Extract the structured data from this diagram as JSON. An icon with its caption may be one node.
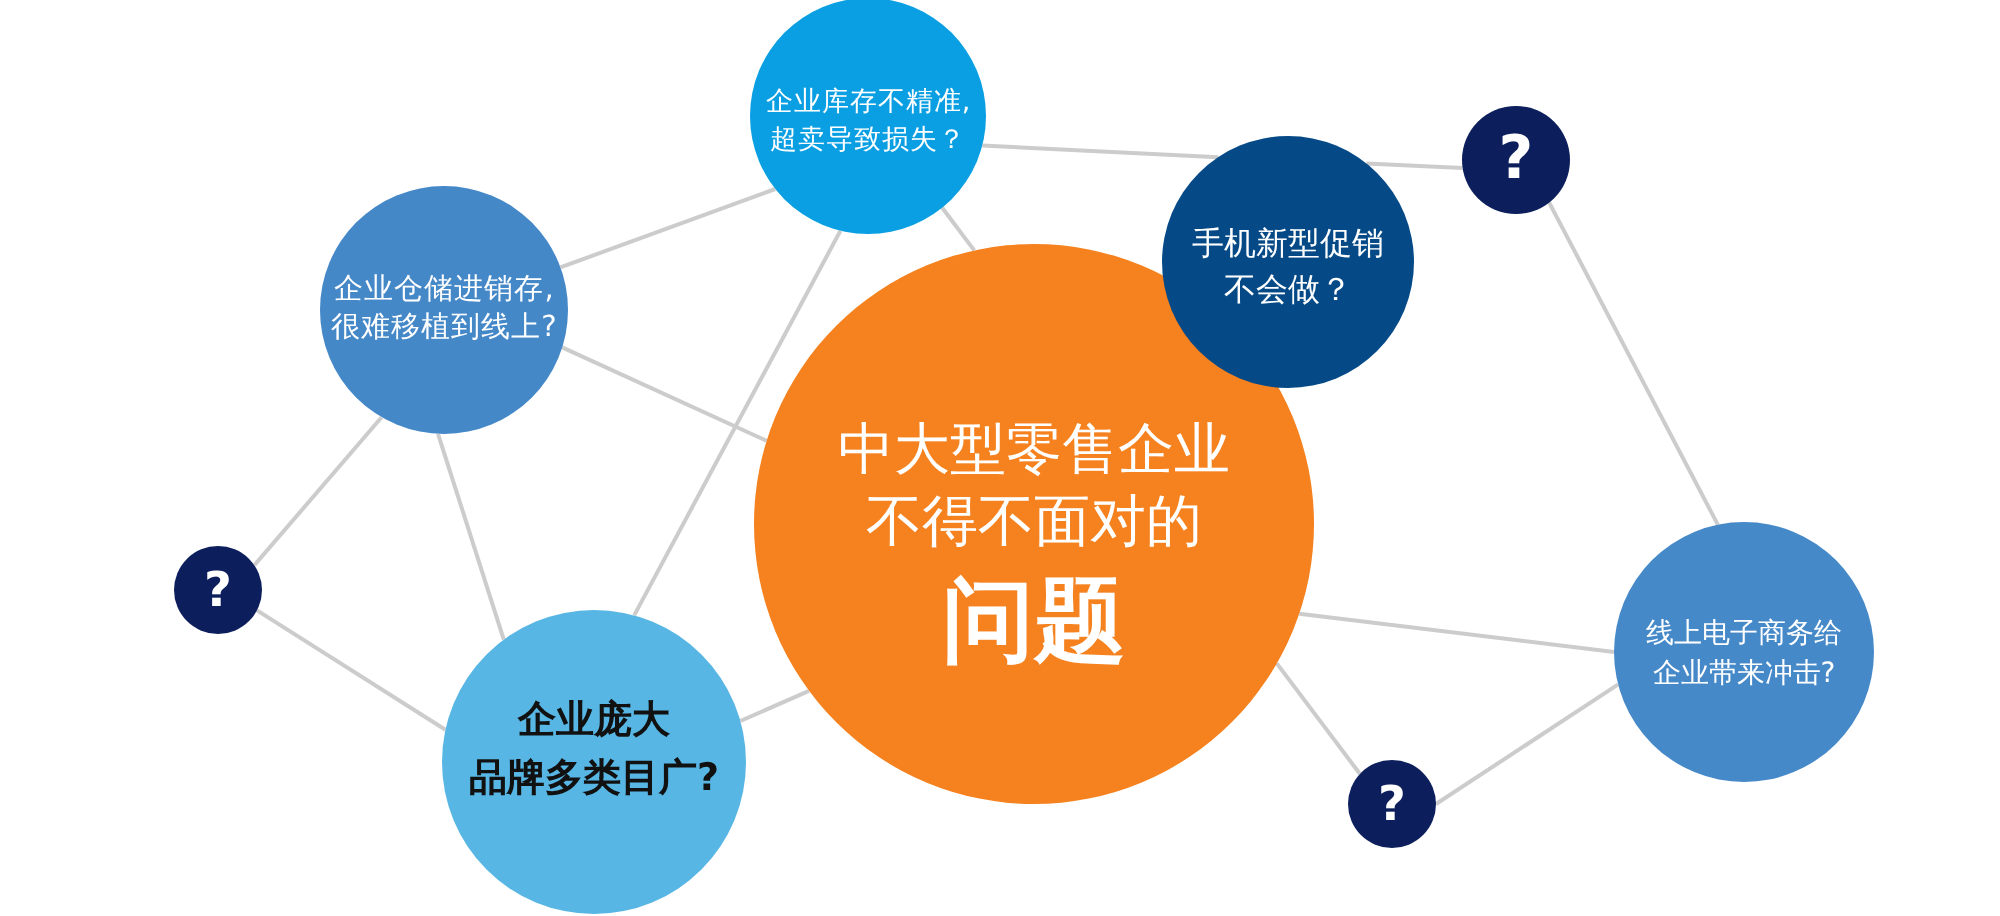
{
  "diagram": {
    "nodes": [
      {
        "text": [
          "企业库存不精准,超卖导致损失？"
        ]
      },
      {
        "text": [
          "?"
        ]
      },
      {
        "text": [
          "手机新型促销不会做？"
        ]
      },
      {
        "text": [
          "企业仓储进销存,很难移植到线上?"
        ]
      },
      {
        "text": [
          "中大型零售企业不得不面对的",
          "问题"
        ]
      },
      {
        "text": [
          "?"
        ]
      },
      {
        "text": [
          "线上电子商务给企业带来冲击?"
        ]
      },
      {
        "text": [
          "企业庞大品牌多类目广?"
        ]
      },
      {
        "text": [
          "?"
        ]
      }
    ],
    "edges": [
      {
        "from": 0,
        "to": 3,
        "arrow": "none"
      },
      {
        "from": 0,
        "to": 4,
        "arrow": "none"
      },
      {
        "from": 0,
        "to": 7,
        "arrow": "none"
      },
      {
        "from": 0,
        "to": 2,
        "arrow": "none"
      },
      {
        "from": 2,
        "to": 1,
        "arrow": "none"
      },
      {
        "from": 3,
        "to": 4,
        "arrow": "none"
      },
      {
        "from": 3,
        "to": 5,
        "arrow": "none"
      },
      {
        "from": 3,
        "to": 7,
        "arrow": "none"
      },
      {
        "from": 5,
        "to": 7,
        "arrow": "none"
      },
      {
        "from": 7,
        "to": 4,
        "arrow": "none"
      },
      {
        "from": 1,
        "to": 6,
        "arrow": "none"
      },
      {
        "from": 4,
        "to": 6,
        "arrow": "none"
      },
      {
        "from": 4,
        "to": 8,
        "arrow": "none"
      },
      {
        "from": 8,
        "to": 6,
        "arrow": "none"
      }
    ]
  }
}
